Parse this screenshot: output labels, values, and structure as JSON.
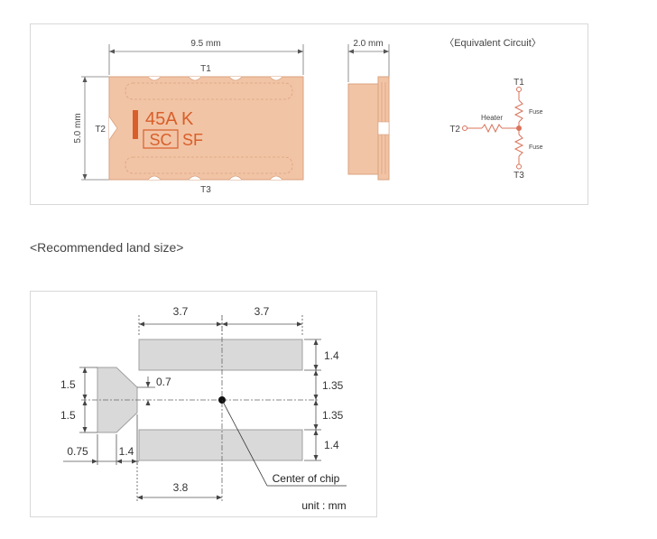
{
  "top_panel": {
    "width_label": "9.5 mm",
    "height_label": "5.0 mm",
    "thickness_label": "2.0 mm",
    "terminals": {
      "t1": "T1",
      "t2": "T2",
      "t3": "T3"
    },
    "marking": {
      "line1": "45A K",
      "line2_boxed": "SC",
      "line2_rest": "SF"
    },
    "circuit": {
      "title": "〈Equivalent Circuit〉",
      "t1": "T1",
      "t2": "T2",
      "t3": "T3",
      "heater_label": "Heater",
      "fuse_top_label": "Fuse",
      "fuse_bottom_label": "Fuse"
    }
  },
  "section_heading": "<Recommended land size>",
  "land_pattern": {
    "dims": {
      "left_width": "3.7",
      "right_width": "3.7",
      "pad_top_height": "1.4",
      "gap_top": "1.35",
      "gap_bottom": "1.35",
      "pad_bottom_height": "1.4",
      "t2_upper": "1.5",
      "t2_lower": "1.5",
      "t2_tip": "0.7",
      "t2_offset": "0.75",
      "t2_gap": "1.4",
      "pad_to_center": "3.8"
    },
    "center_label": "Center of chip",
    "unit_label": "unit : mm"
  },
  "colors": {
    "chip_body": "#f2c4a6",
    "chip_border": "#d9a27f",
    "marking_text": "#d85f2a",
    "circuit_accent": "#d9735a",
    "pad_fill": "#d9d9d9",
    "pad_border": "#a0a0a0"
  }
}
